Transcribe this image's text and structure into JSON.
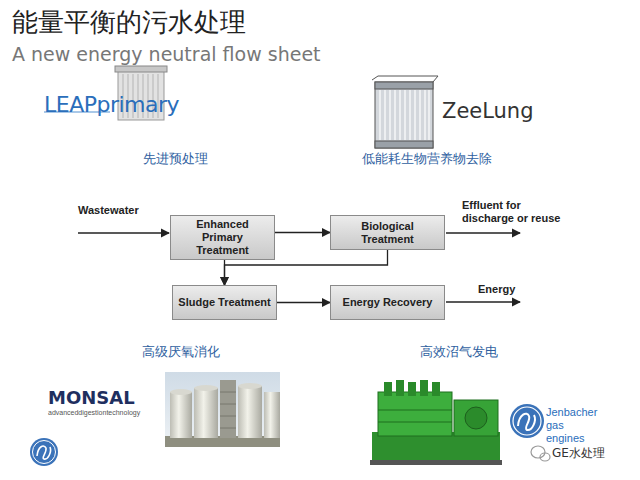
{
  "diagram": {
    "title": "能量平衡的污水处理",
    "nodes": [
      {
        "text": [
          "Enhanced Primary Treatment"
        ]
      },
      {
        "text": [
          "Biological Treatment"
        ]
      },
      {
        "text": [
          "Sludge Treatment"
        ]
      },
      {
        "text": [
          "Energy Recovery"
        ]
      }
    ],
    "edges": [
      {
        "from": 0,
        "to": 1,
        "arrow": "to"
      },
      {
        "from": 1,
        "to": 2,
        "arrow": "to"
      },
      {
        "from": 0,
        "to": 2,
        "arrow": "to"
      },
      {
        "from": 2,
        "to": 3,
        "arrow": "to"
      }
    ],
    "labels": [
      "A new energy neutral flow sheet",
      "LEAPprimary",
      "先进预处理",
      "ZeeLung",
      "低能耗生物营养物去除",
      "Wastewater",
      "Effluent for discharge or reuse",
      "Energy",
      "高级厌氧消化",
      "高效沼气发电",
      "MONSAL",
      "advanceddigestiontechnology",
      "Jenbacher gas engines",
      "GE水处理"
    ]
  }
}
